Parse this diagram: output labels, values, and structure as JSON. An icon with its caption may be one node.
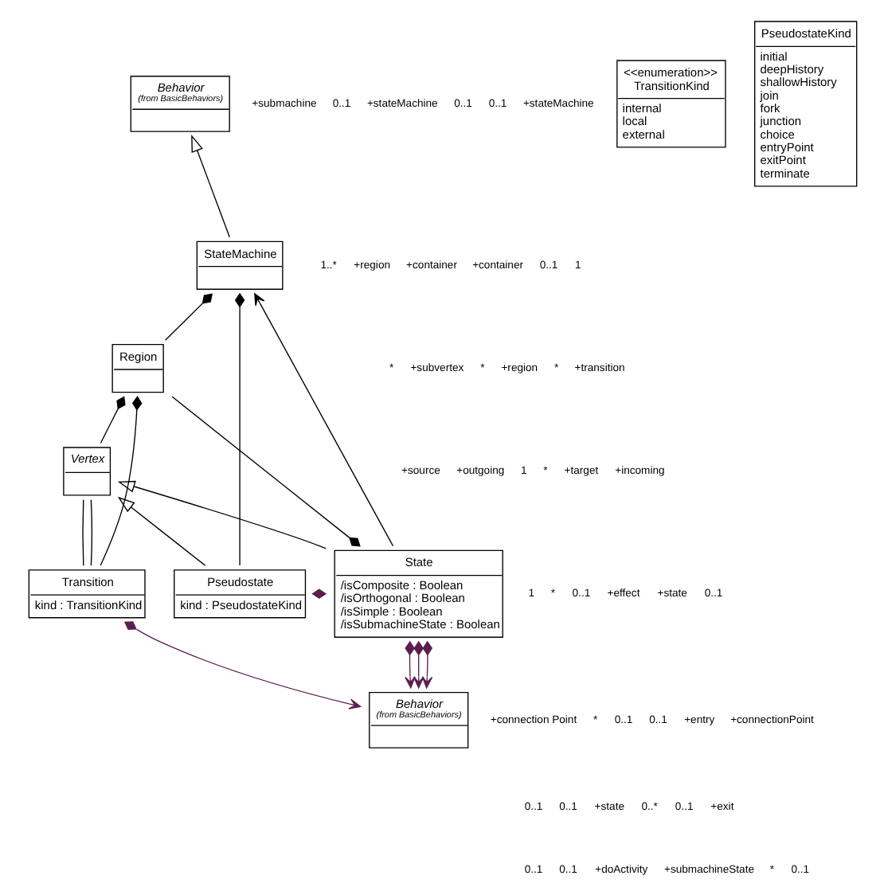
{
  "diagram": {
    "nodes": [
      {
        "text": [
          "Behavior",
          "(from BasicBehaviors)"
        ]
      },
      {
        "text": [
          "StateMachine"
        ]
      },
      {
        "text": [
          "<<enumeration>>",
          "TransitionKind",
          "internal",
          "local",
          "external"
        ]
      },
      {
        "text": [
          "PseudostateKind",
          "initial",
          "deepHistory",
          "shallowHistory",
          "join",
          "fork",
          "junction",
          "choice",
          "entryPoint",
          "exitPoint",
          "terminate"
        ]
      },
      {
        "text": [
          "Region"
        ]
      },
      {
        "text": [
          "Vertex"
        ]
      },
      {
        "text": [
          "Transition",
          "kind : TransitionKind"
        ]
      },
      {
        "text": [
          "Pseudostate",
          "kind : PseudostateKind"
        ]
      },
      {
        "text": [
          "State",
          "/isComposite : Boolean",
          "/isOrthogonal : Boolean",
          "/isSimple : Boolean",
          "/isSubmachineState : Boolean"
        ]
      },
      {
        "text": [
          "Behavior",
          "(from BasicBehaviors)"
        ]
      }
    ],
    "edges": [
      {
        "from": 1,
        "to": 0,
        "arrow": "to"
      },
      {
        "from": 8,
        "to": 1,
        "arrow": "to"
      },
      {
        "from": 1,
        "to": 7,
        "arrow": "other"
      },
      {
        "from": 1,
        "to": 4,
        "arrow": "other"
      },
      {
        "from": 4,
        "to": 5,
        "arrow": "other"
      },
      {
        "from": 4,
        "to": 6,
        "arrow": "other"
      },
      {
        "from": 5,
        "to": 6,
        "arrow": "none"
      },
      {
        "from": 5,
        "to": 6,
        "arrow": "none"
      },
      {
        "from": 7,
        "to": 5,
        "arrow": "to"
      },
      {
        "from": 8,
        "to": 5,
        "arrow": "to"
      },
      {
        "from": 8,
        "to": 4,
        "arrow": "other"
      },
      {
        "from": 8,
        "to": 7,
        "arrow": "other",
        "color": "#5b1f4f"
      },
      {
        "from": 6,
        "to": 9,
        "arrow": "to",
        "color": "#5b1f4f"
      },
      {
        "from": 8,
        "to": 9,
        "arrow": "to",
        "color": "#5b1f4f"
      },
      {
        "from": 8,
        "to": 9,
        "arrow": "to",
        "color": "#5b1f4f"
      },
      {
        "from": 8,
        "to": 9,
        "arrow": "to",
        "color": "#5b1f4f"
      }
    ],
    "labels": [
      "+submachine",
      "0..1",
      "+stateMachine",
      "0..1",
      "0..1",
      "+stateMachine",
      "1..*",
      "+region",
      "+container",
      "+container",
      "0..1",
      "1",
      "*",
      "+subvertex",
      "*",
      "+region",
      "*",
      "+transition",
      "+source",
      "+outgoing",
      "1",
      "*",
      "+target",
      "+incoming",
      "1",
      "*",
      "0..1",
      "+effect",
      "+state",
      "0..1",
      "+connection Point",
      "*",
      "0..1",
      "0..1",
      "+entry",
      "+connectionPoint",
      "0..1",
      "0..1",
      "+state",
      "0..*",
      "0..1",
      "+exit",
      "0..1",
      "0..1",
      "+doActivity",
      "+submachineState",
      "*",
      "0..1"
    ]
  }
}
